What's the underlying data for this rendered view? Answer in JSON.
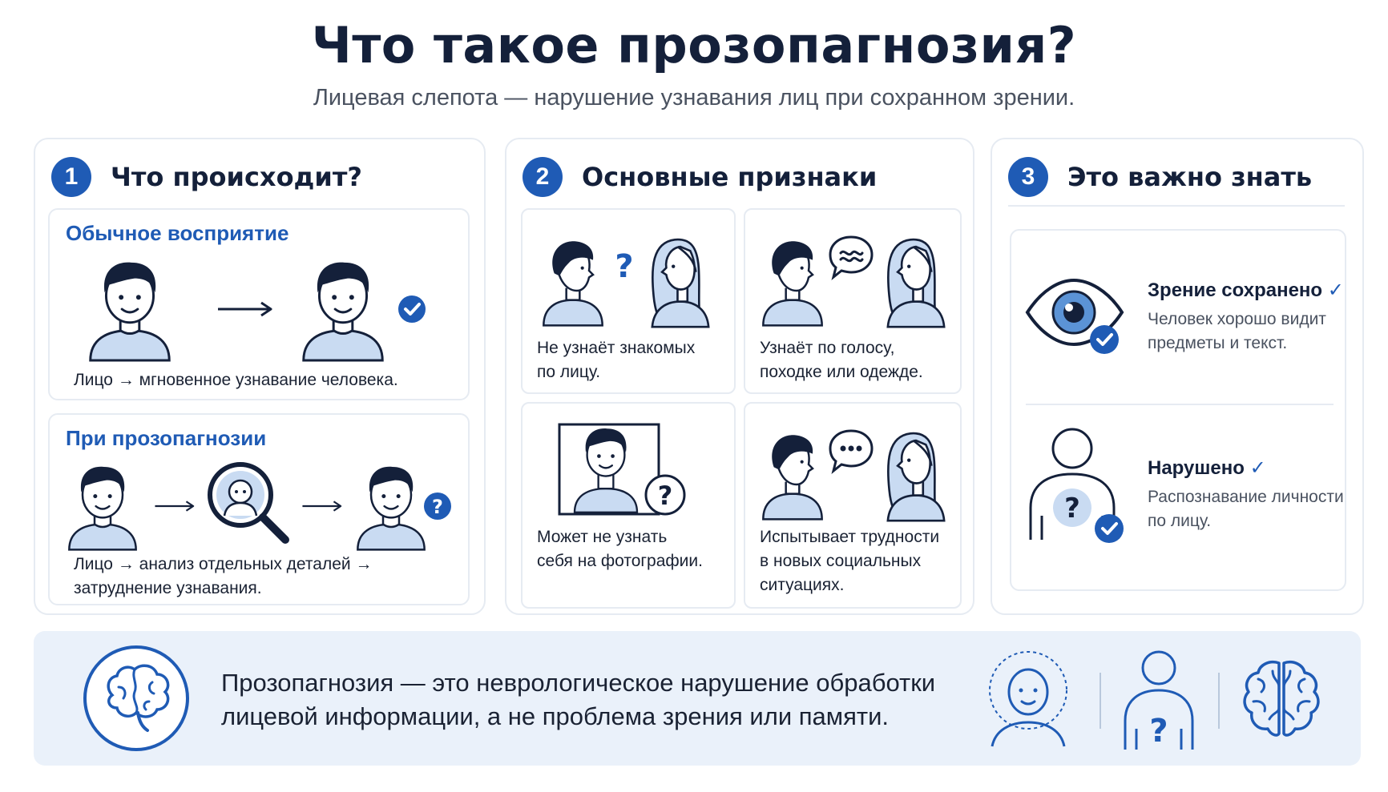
{
  "header": {
    "title": "Что такое прозопагнозия?",
    "subtitle": "Лицевая слепота — нарушение узнавания лиц при сохранном зрении."
  },
  "colors": {
    "accent": "#1f5bb5",
    "light_blue": "#c9dbf2",
    "line": "#14203a",
    "banner_bg": "#eaf1fa"
  },
  "columns": [
    {
      "number": "1",
      "title": "Что происходит?",
      "panels": [
        {
          "title": "Обычное восприятие",
          "text": "Лицо → мгновенное узнавание человека."
        },
        {
          "title": "При прозопагнозии",
          "text_line1": "Лицо → анализ отдельных деталей →",
          "text_line2": "затруднение узнавания."
        }
      ]
    },
    {
      "number": "2",
      "title": "Основные признаки",
      "cells": [
        {
          "line1": "Не узнаёт знакомых",
          "line2": "по лицу."
        },
        {
          "line1": "Узнаёт по голосу,",
          "line2": "походке или одежде."
        },
        {
          "line1": "Может не узнать",
          "line2": "себя на фотографии."
        },
        {
          "line1": "Испытывает трудности",
          "line2": "в новых социальных",
          "line3": "ситуациях."
        }
      ],
      "question_mark": "?"
    },
    {
      "number": "3",
      "title": "Это важно знать",
      "items": [
        {
          "title": "Зрение сохранено",
          "check": "✓",
          "line1": "Человек хорошо видит",
          "line2": "предметы и текст."
        },
        {
          "title": "Нарушено",
          "check": "✓",
          "line1": "Распознавание личности",
          "line2": "по лицу."
        }
      ]
    }
  ],
  "banner": {
    "line1": "Прозопагнозия — это неврологическое нарушение обработки",
    "line2": "лицевой информации, а не проблема зрения или памяти."
  },
  "icons": [
    "brain-icon",
    "face-outline-icon",
    "person-question-icon",
    "brain-outline-icon",
    "eye-icon",
    "check-icon",
    "magnifier-icon",
    "speech-bubble-icon",
    "photo-frame-icon"
  ]
}
